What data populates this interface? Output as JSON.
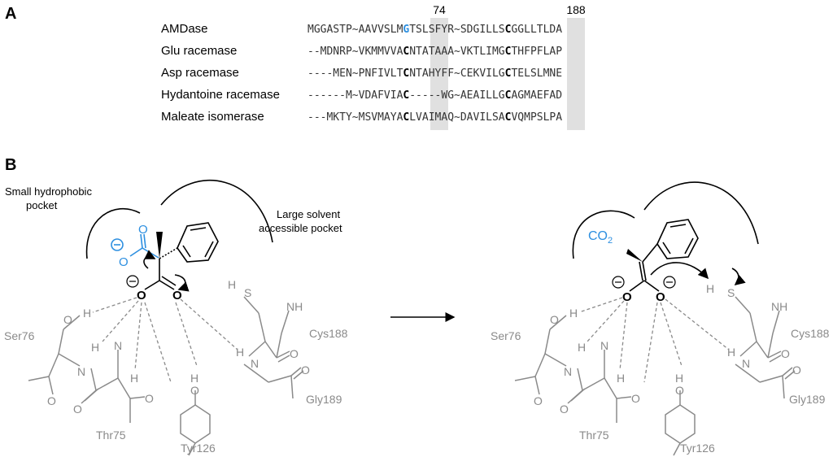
{
  "panel_a": {
    "letter": "A",
    "positions": [
      "74",
      "188"
    ],
    "rows": [
      {
        "name": "AMDase",
        "pre": "MGGASTP~AAVVSLM",
        "r1": "G",
        "mid": "TSLSFYR~SDGILLS",
        "r2": "C",
        "post": "GGLLTLDA"
      },
      {
        "name": "Glu racemase",
        "pre": "--MDNRP~VKMMVVA",
        "r1": "C",
        "mid": "NTATAAA~VKTLIMG",
        "r2": "C",
        "post": "THFPFLAP"
      },
      {
        "name": "Asp racemase",
        "pre": "----MEN~PNFIVLT",
        "r1": "C",
        "mid": "NTAHYFF~CEKVILG",
        "r2": "C",
        "post": "TELSLMNE"
      },
      {
        "name": "Hydantoine racemase",
        "pre": "------M~VDAFVIA",
        "r1": "C",
        "mid": "-----WG~AEAILLG",
        "r2": "C",
        "post": "AGMAEFAD"
      },
      {
        "name": "Maleate isomerase",
        "pre": "---MKTY~MSVMAYA",
        "r1": "C",
        "mid": "LVAIMAQ~DAVILSA",
        "r2": "C",
        "post": "VQMPSLPA"
      }
    ]
  },
  "panel_b": {
    "letter": "B",
    "small_pocket": [
      "Small hydrophobic",
      "pocket"
    ],
    "large_pocket": [
      "Large solvent",
      "accessible pocket"
    ],
    "residues": [
      "Ser76",
      "Thr75",
      "Tyr126",
      "Cys188",
      "Gly189"
    ],
    "atoms": {
      "O": "O",
      "N": "N",
      "H": "H",
      "S": "S",
      "NH": "NH"
    },
    "co2": "CO",
    "co2_sub": "2"
  },
  "colors": {
    "blue": "#2d8fe0",
    "grey": "#8a8a8a",
    "highlight": "#e0e0e0"
  }
}
